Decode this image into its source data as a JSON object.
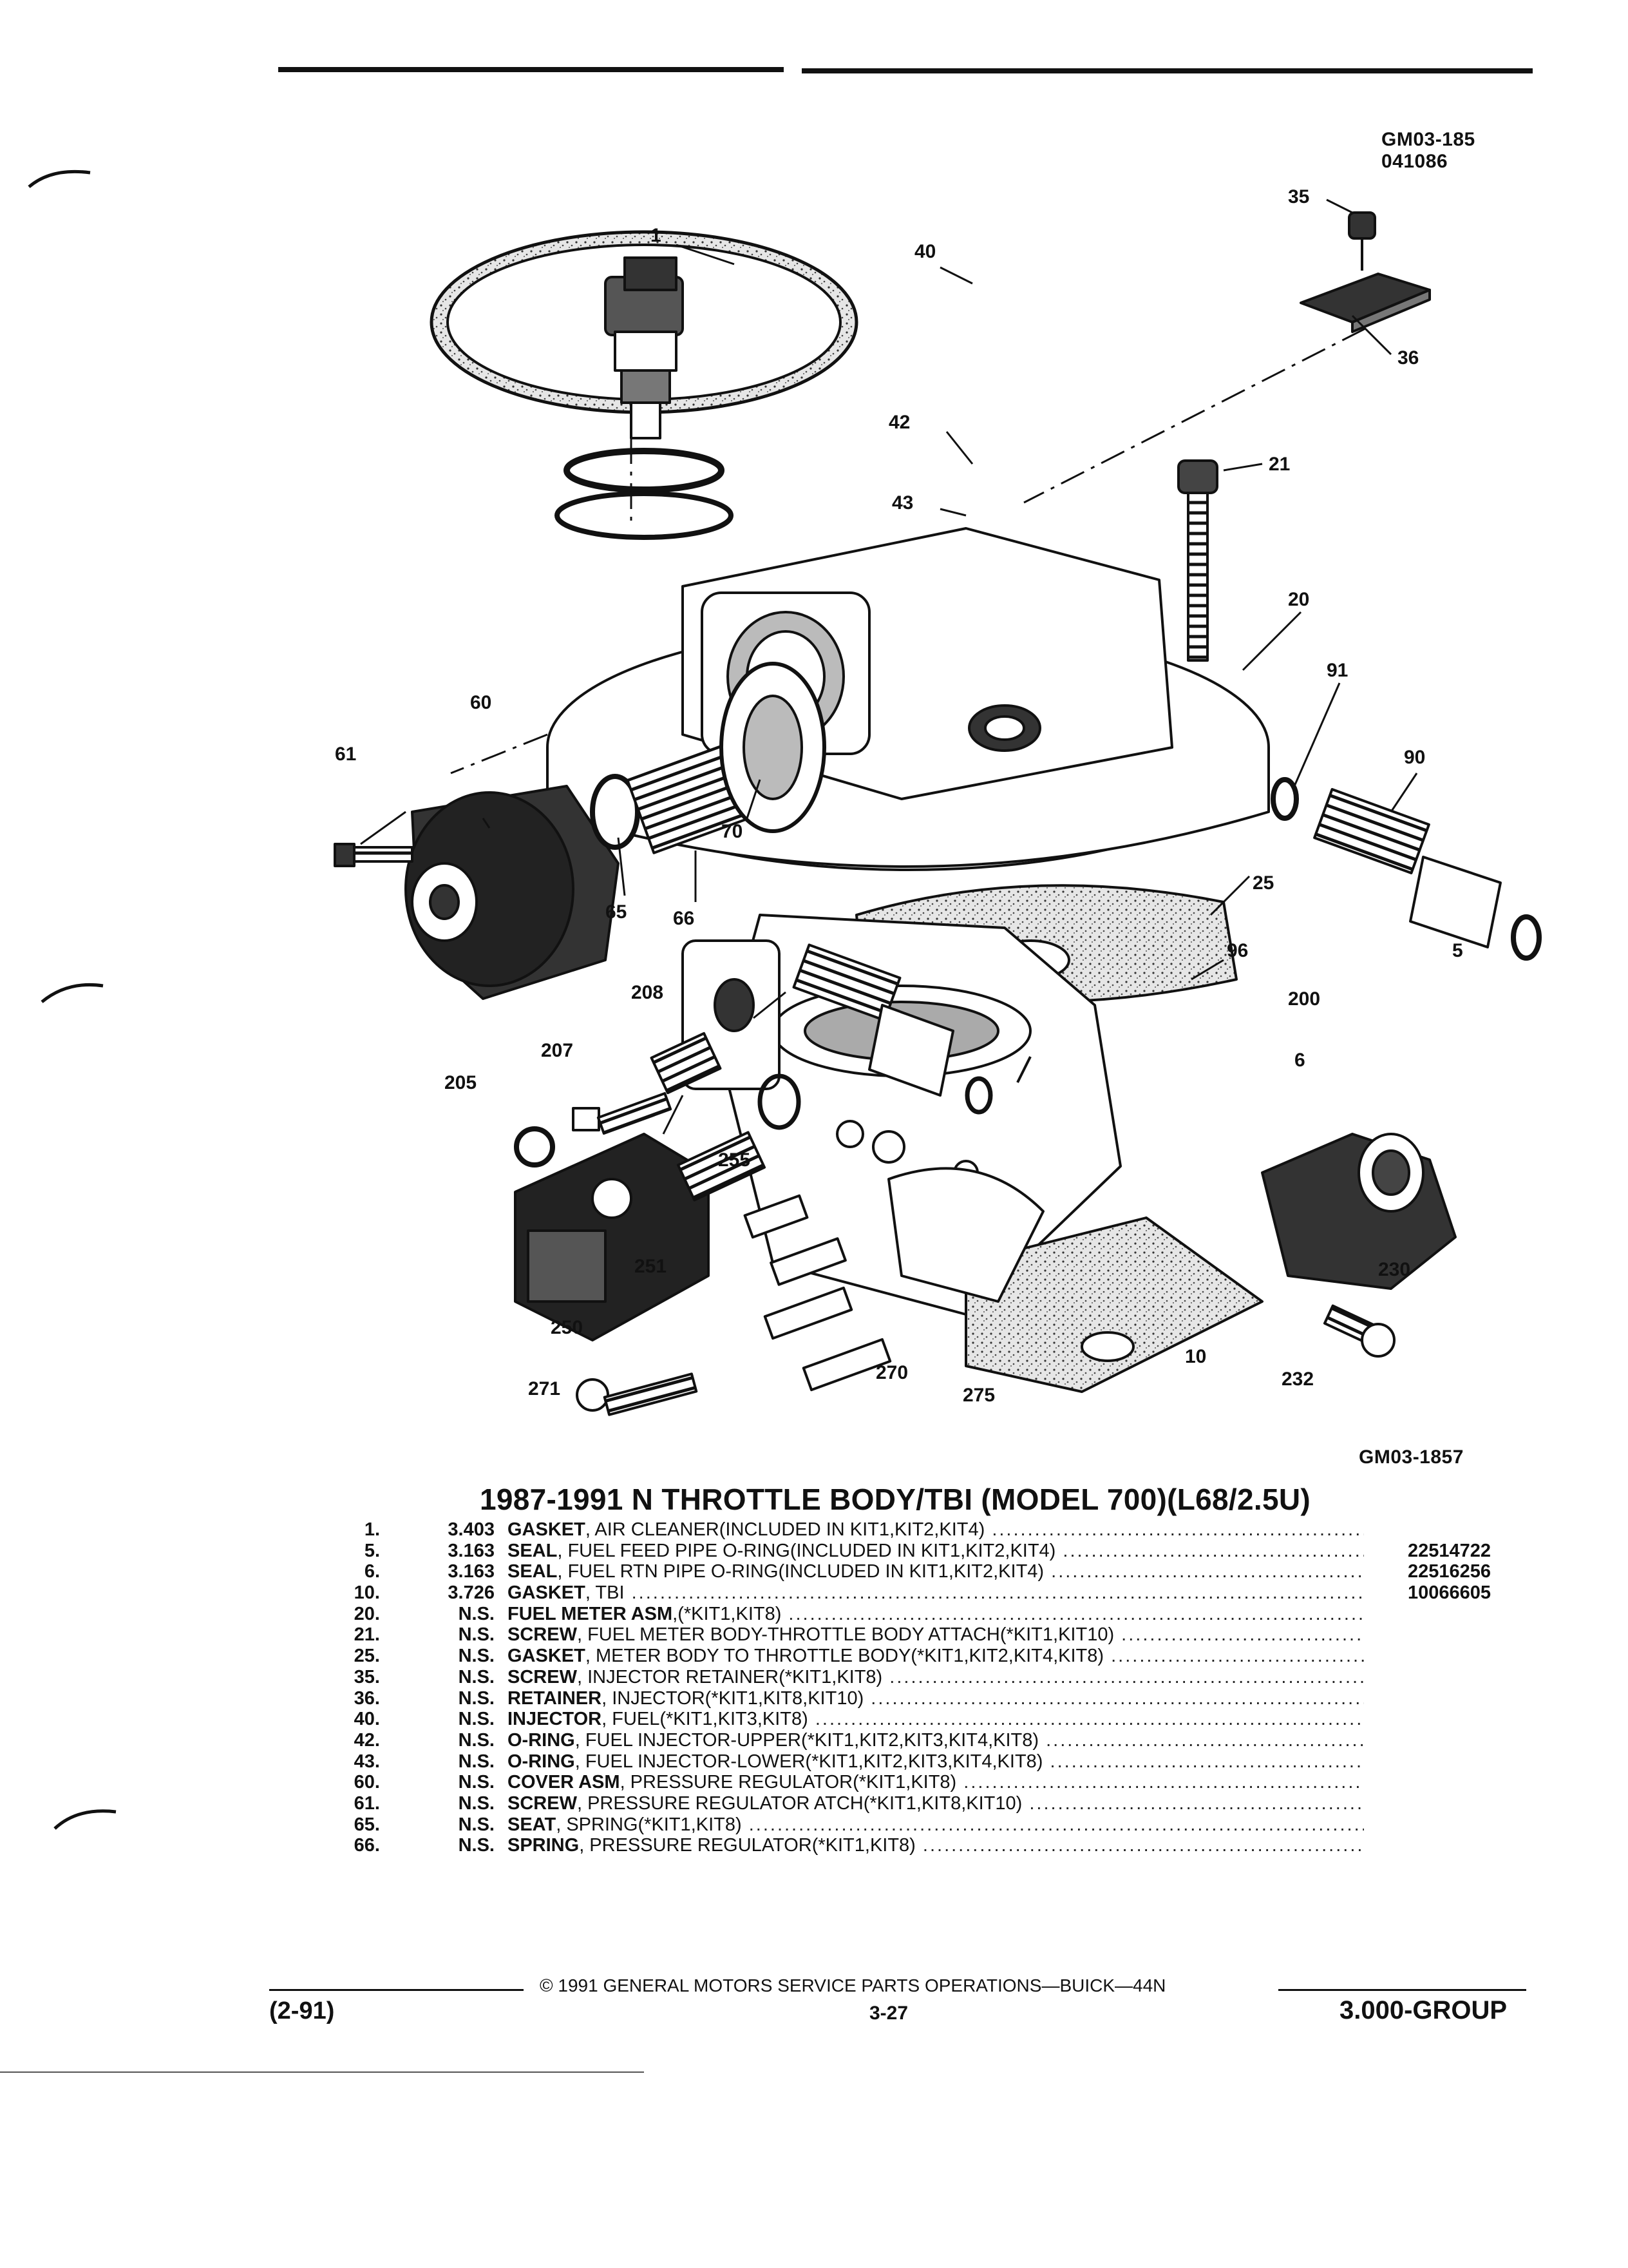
{
  "header": {
    "code_top": "GM03-185",
    "code_sub": "041086"
  },
  "diagram": {
    "callouts": [
      "1",
      "40",
      "35",
      "36",
      "42",
      "21",
      "43",
      "20",
      "91",
      "90",
      "60",
      "61",
      "65",
      "66",
      "70",
      "25",
      "5",
      "96",
      "200",
      "208",
      "207",
      "6",
      "205",
      "255",
      "251",
      "250",
      "230",
      "271",
      "270",
      "275",
      "10",
      "232"
    ],
    "figure_code": "GM03-1857"
  },
  "title": "1987-1991 N THROTTLE BODY/TBI (MODEL 700)(L68/2.5U)",
  "parts": [
    {
      "num": "1.",
      "code": "3.403",
      "name": "GASKET",
      "detail": ", AIR CLEANER(INCLUDED IN KIT1,KIT2,KIT4)",
      "pn": ""
    },
    {
      "num": "5.",
      "code": "3.163",
      "name": "SEAL",
      "detail": ", FUEL FEED PIPE O-RING(INCLUDED IN KIT1,KIT2,KIT4)",
      "pn": "22514722"
    },
    {
      "num": "6.",
      "code": "3.163",
      "name": "SEAL",
      "detail": ", FUEL RTN PIPE O-RING(INCLUDED IN KIT1,KIT2,KIT4)",
      "pn": "22516256"
    },
    {
      "num": "10.",
      "code": "3.726",
      "name": "GASKET",
      "detail": ", TBI",
      "pn": "10066605"
    },
    {
      "num": "20.",
      "code": "N.S.",
      "name": "FUEL METER ASM",
      "detail": ",(*KIT1,KIT8)",
      "pn": ""
    },
    {
      "num": "21.",
      "code": "N.S.",
      "name": "SCREW",
      "detail": ", FUEL METER BODY-THROTTLE BODY ATTACH(*KIT1,KIT10)",
      "pn": ""
    },
    {
      "num": "25.",
      "code": "N.S.",
      "name": "GASKET",
      "detail": ", METER BODY TO THROTTLE BODY(*KIT1,KIT2,KIT4,KIT8)",
      "pn": ""
    },
    {
      "num": "35.",
      "code": "N.S.",
      "name": "SCREW",
      "detail": ", INJECTOR RETAINER(*KIT1,KIT8)",
      "pn": ""
    },
    {
      "num": "36.",
      "code": "N.S.",
      "name": "RETAINER",
      "detail": ", INJECTOR(*KIT1,KIT8,KIT10)",
      "pn": ""
    },
    {
      "num": "40.",
      "code": "N.S.",
      "name": "INJECTOR",
      "detail": ", FUEL(*KIT1,KIT3,KIT8)",
      "pn": ""
    },
    {
      "num": "42.",
      "code": "N.S.",
      "name": "O-RING",
      "detail": ", FUEL INJECTOR-UPPER(*KIT1,KIT2,KIT3,KIT4,KIT8)",
      "pn": ""
    },
    {
      "num": "43.",
      "code": "N.S.",
      "name": "O-RING",
      "detail": ", FUEL INJECTOR-LOWER(*KIT1,KIT2,KIT3,KIT4,KIT8)",
      "pn": ""
    },
    {
      "num": "60.",
      "code": "N.S.",
      "name": "COVER ASM",
      "detail": ", PRESSURE REGULATOR(*KIT1,KIT8)",
      "pn": ""
    },
    {
      "num": "61.",
      "code": "N.S.",
      "name": "SCREW",
      "detail": ", PRESSURE REGULATOR ATCH(*KIT1,KIT8,KIT10)",
      "pn": ""
    },
    {
      "num": "65.",
      "code": "N.S.",
      "name": "SEAT",
      "detail": ", SPRING(*KIT1,KIT8)",
      "pn": ""
    },
    {
      "num": "66.",
      "code": "N.S.",
      "name": "SPRING",
      "detail": ", PRESSURE REGULATOR(*KIT1,KIT8)",
      "pn": ""
    }
  ],
  "footer": {
    "copyright": "© 1991 GENERAL MOTORS SERVICE PARTS OPERATIONS—BUICK—44N",
    "date_code": "(2-91)",
    "page": "3-27",
    "group": "3.000-GROUP"
  }
}
